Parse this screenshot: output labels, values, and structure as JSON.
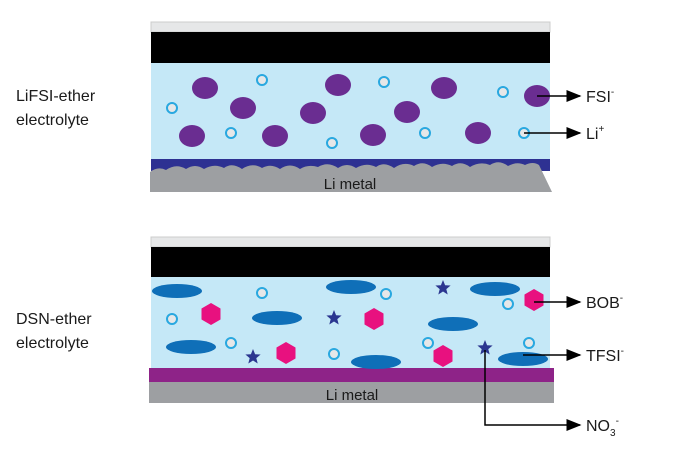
{
  "panels": [
    {
      "label_line1": "LiFSI-ether",
      "label_line2": "electrolyte",
      "electrode": "Li metal",
      "species": [
        {
          "name": "FSI",
          "charge": "-"
        },
        {
          "name": "Li",
          "charge": "+"
        }
      ]
    },
    {
      "label_line1": "DSN-ether",
      "label_line2": "electrolyte",
      "electrode": "Li metal",
      "species": [
        {
          "name": "BOB",
          "charge": "-"
        },
        {
          "name": "TFSI",
          "charge": "-"
        },
        {
          "name": "NO",
          "sub": "3",
          "charge": "-"
        }
      ]
    }
  ],
  "colors": {
    "electrolyte": "#c5e8f7",
    "fsi": "#6a2d91",
    "li": "#29a8e0",
    "tfsi": "#0f6fb8",
    "bob": "#e8117f",
    "no3": "#2b3690",
    "sei_top": "#2e3192",
    "sei_bottom": "#8e2388",
    "metal": "#9d9fa2"
  }
}
